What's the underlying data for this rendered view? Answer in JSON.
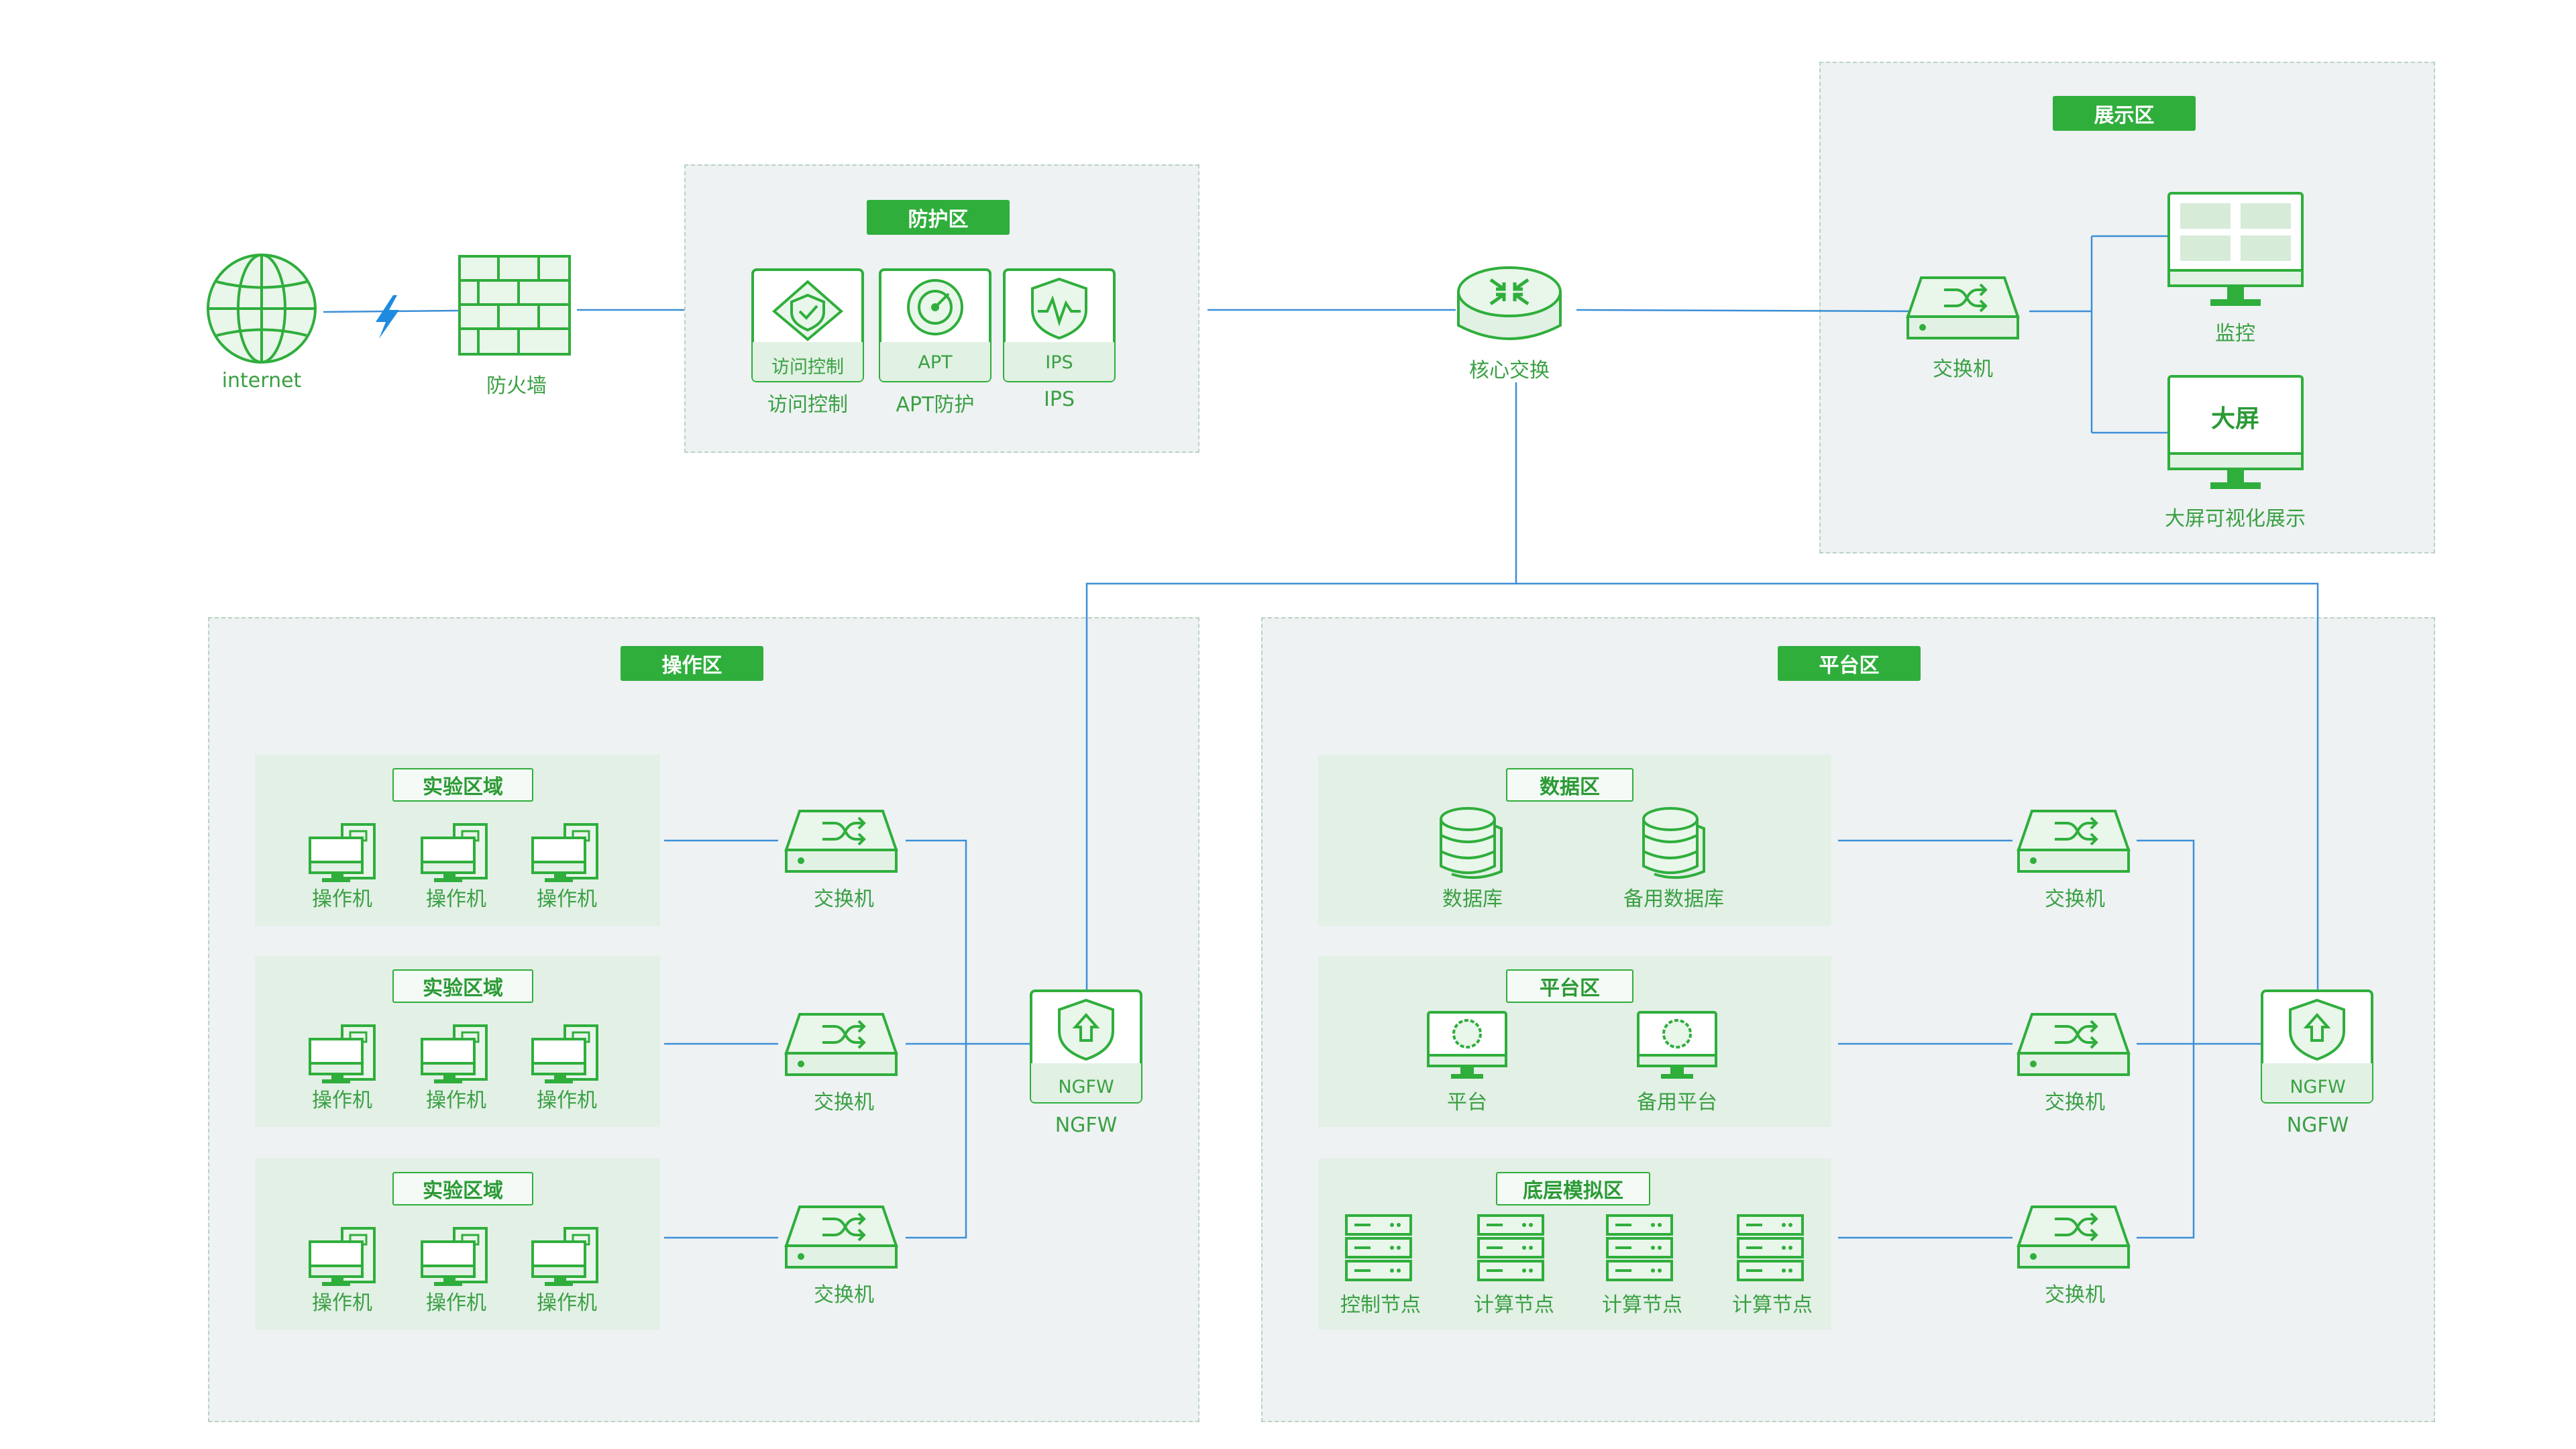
{
  "internet": {
    "label": "internet"
  },
  "firewall": {
    "label": "防火墙"
  },
  "protection_zone": {
    "title": "防护区",
    "items": [
      {
        "badge": "访问控制",
        "label": "访问控制",
        "icon": "shield-check-icon"
      },
      {
        "badge": "APT",
        "label": "APT防护",
        "icon": "radar-icon"
      },
      {
        "badge": "IPS",
        "label": "IPS",
        "icon": "shield-pulse-icon"
      }
    ]
  },
  "core_switch": {
    "label": "核心交换"
  },
  "display_zone": {
    "title": "展示区",
    "switch_label": "交换机",
    "monitor_label": "监控",
    "bigscreen_text": "大屏",
    "bigscreen_label": "大屏可视化展示"
  },
  "operation_zone": {
    "title": "操作区",
    "groups": [
      {
        "title": "实验区域",
        "machines": [
          "操作机",
          "操作机",
          "操作机"
        ],
        "switch_label": "交换机"
      },
      {
        "title": "实验区域",
        "machines": [
          "操作机",
          "操作机",
          "操作机"
        ],
        "switch_label": "交换机"
      },
      {
        "title": "实验区域",
        "machines": [
          "操作机",
          "操作机",
          "操作机"
        ],
        "switch_label": "交换机"
      }
    ],
    "ngfw": {
      "badge": "NGFW",
      "label": "NGFW"
    }
  },
  "platform_zone": {
    "title": "平台区",
    "data_group": {
      "title": "数据区",
      "items": [
        "数据库",
        "备用数据库"
      ]
    },
    "platform_group": {
      "title": "平台区",
      "items": [
        "平台",
        "备用平台"
      ]
    },
    "sim_group": {
      "title": "底层模拟区",
      "items": [
        "控制节点",
        "计算节点",
        "计算节点",
        "计算节点"
      ]
    },
    "switch_labels": [
      "交换机",
      "交换机",
      "交换机"
    ],
    "ngfw": {
      "badge": "NGFW",
      "label": "NGFW"
    }
  },
  "colors": {
    "green": "#2fae3c",
    "line": "#3d8fd6",
    "zone_bg": "#eef2f3",
    "subzone_bg": "#e3f0e6"
  }
}
